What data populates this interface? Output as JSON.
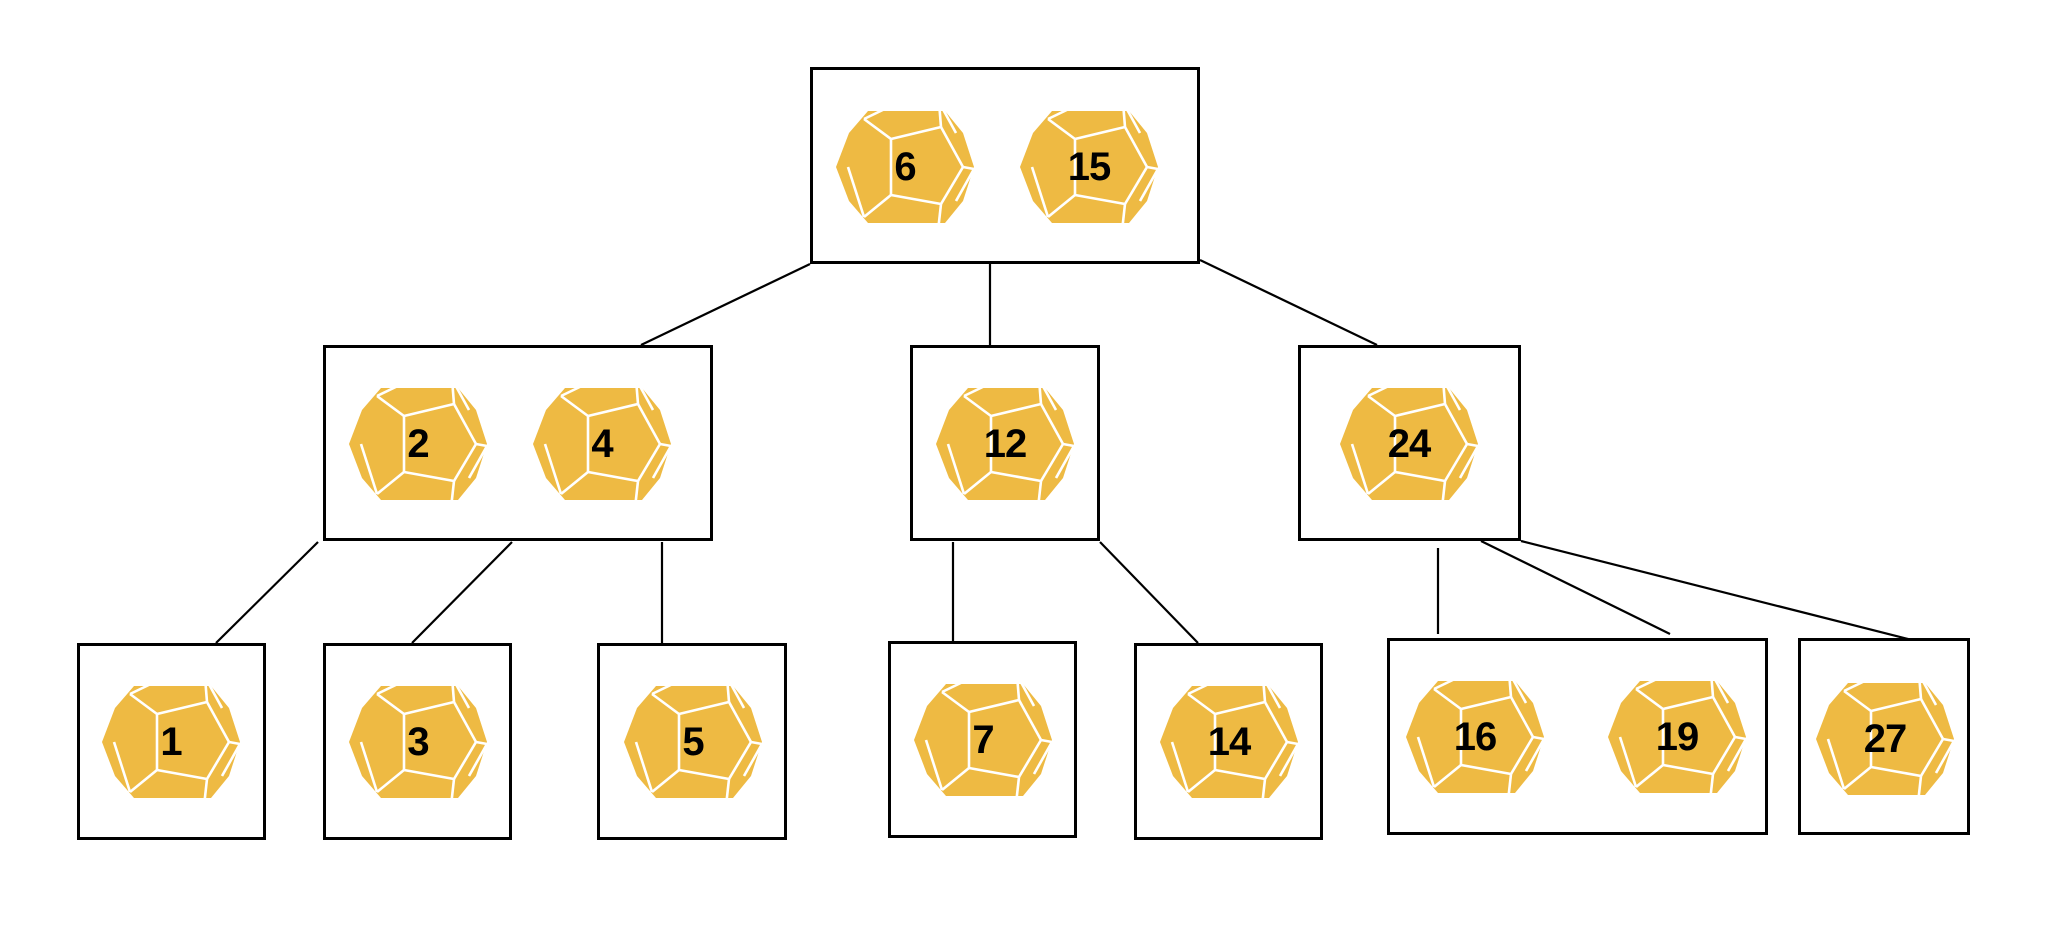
{
  "colors": {
    "die_fill": "#EEBA43",
    "die_edge": "#ffffff",
    "border": "#000000",
    "label": "#000000"
  },
  "die_icon": "dodecahedron-die-icon",
  "nodes": [
    {
      "id": "root",
      "keys": [
        "6",
        "15"
      ]
    },
    {
      "id": "level1-left",
      "keys": [
        "2",
        "4"
      ]
    },
    {
      "id": "level1-middle",
      "keys": [
        "12"
      ]
    },
    {
      "id": "level1-right",
      "keys": [
        "24"
      ]
    },
    {
      "id": "leaf-1",
      "keys": [
        "1"
      ]
    },
    {
      "id": "leaf-3",
      "keys": [
        "3"
      ]
    },
    {
      "id": "leaf-5",
      "keys": [
        "5"
      ]
    },
    {
      "id": "leaf-7",
      "keys": [
        "7"
      ]
    },
    {
      "id": "leaf-14",
      "keys": [
        "14"
      ]
    },
    {
      "id": "leaf-16-19",
      "keys": [
        "16",
        "19"
      ]
    },
    {
      "id": "leaf-27",
      "keys": [
        "27"
      ]
    }
  ],
  "edges": [
    [
      "root",
      "level1-left"
    ],
    [
      "root",
      "level1-middle"
    ],
    [
      "root",
      "level1-right"
    ],
    [
      "level1-left",
      "leaf-1"
    ],
    [
      "level1-left",
      "leaf-3"
    ],
    [
      "level1-left",
      "leaf-5"
    ],
    [
      "level1-middle",
      "leaf-7"
    ],
    [
      "level1-middle",
      "leaf-14"
    ],
    [
      "level1-right",
      "leaf-16-19"
    ],
    [
      "level1-right",
      "leaf-16-19"
    ],
    [
      "level1-right",
      "leaf-27"
    ]
  ]
}
